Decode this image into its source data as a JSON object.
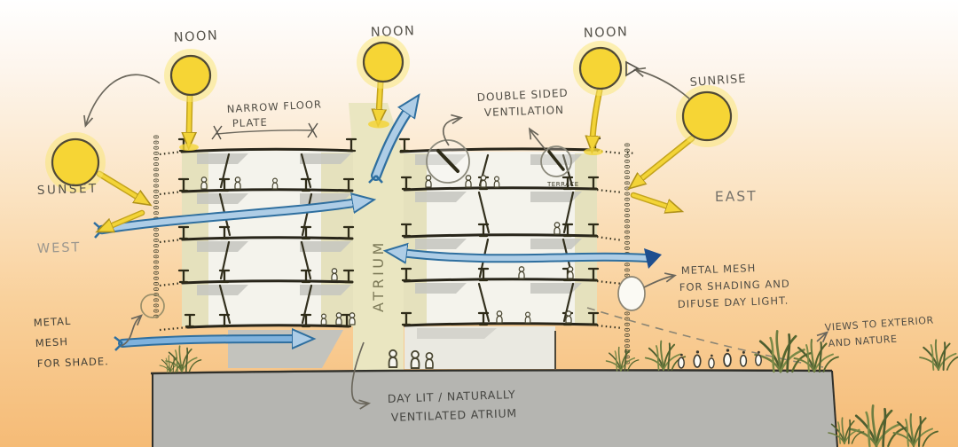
{
  "suns": {
    "noon_left": "NOON",
    "noon_center": "NOON",
    "noon_right": "NOON",
    "sunset": "SUNSET",
    "sunrise": "SUNRISE"
  },
  "directions": {
    "west": "WEST",
    "east": "EAST"
  },
  "building": {
    "narrow_floor_plate_1": "NARROW FLOOR",
    "narrow_floor_plate_2": "PLATE",
    "double_sided_1": "DOUBLE SIDED",
    "double_sided_2": "VENTILATION",
    "terrace": "TERRACE",
    "atrium": "ATRIUM"
  },
  "notes": {
    "mesh_left_1": "METAL",
    "mesh_left_2": "MESH",
    "mesh_left_3": "FOR SHADE.",
    "mesh_right_1": "METAL MESH",
    "mesh_right_2": "FOR SHADING AND",
    "mesh_right_3": "DIFUSE DAY LIGHT.",
    "views_1": "VIEWS TO EXTERIOR",
    "views_2": "AND NATURE",
    "daylit_1": "DAY LIT / NATURALLY",
    "daylit_2": "VENTILATED ATRIUM"
  },
  "mesh": {
    "left_chain": "0000000000000000000000000000000000",
    "right_chain": "00000000000000000000000000000000000000000"
  },
  "colors": {
    "sun_fill": "#f6d535",
    "sun_stroke": "#4f4936",
    "halo": "#f9e570",
    "ray_yellow": "#f3d437",
    "air_blue": "#a9c9e2",
    "air_blue_outline": "#2f6f9f",
    "atrium_khaki": "#eae6c1",
    "wall_khaki": "#e3dfb8",
    "ground_gray": "#b5b5b1",
    "ink": "#55524a"
  }
}
